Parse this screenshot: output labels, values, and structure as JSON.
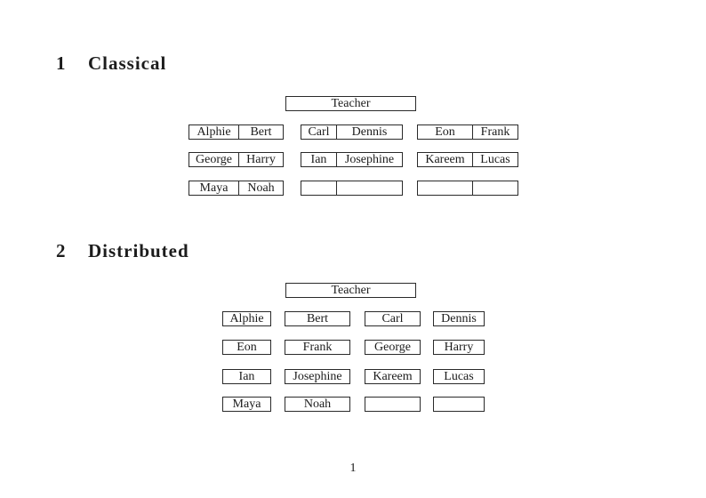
{
  "colors": {
    "background": "#ffffff",
    "text": "#1c1c1c",
    "border": "#2a2a2a"
  },
  "classical": {
    "number": "1",
    "title": "Classical",
    "teacher": "Teacher",
    "desks": [
      [
        [
          "Alphie",
          "Bert"
        ],
        [
          "Carl",
          "Dennis"
        ],
        [
          "Eon",
          "Frank"
        ]
      ],
      [
        [
          "George",
          "Harry"
        ],
        [
          "Ian",
          "Josephine"
        ],
        [
          "Kareem",
          "Lucas"
        ]
      ],
      [
        [
          "Maya",
          "Noah"
        ],
        [
          "",
          ""
        ],
        [
          "",
          ""
        ]
      ]
    ]
  },
  "distributed": {
    "number": "2",
    "title": "Distributed",
    "teacher": "Teacher",
    "seats": [
      [
        "Alphie",
        "Bert",
        "Carl",
        "Dennis"
      ],
      [
        "Eon",
        "Frank",
        "George",
        "Harry"
      ],
      [
        "Ian",
        "Josephine",
        "Kareem",
        "Lucas"
      ],
      [
        "Maya",
        "Noah",
        "",
        ""
      ]
    ]
  },
  "footer": {
    "page_number": "1"
  }
}
